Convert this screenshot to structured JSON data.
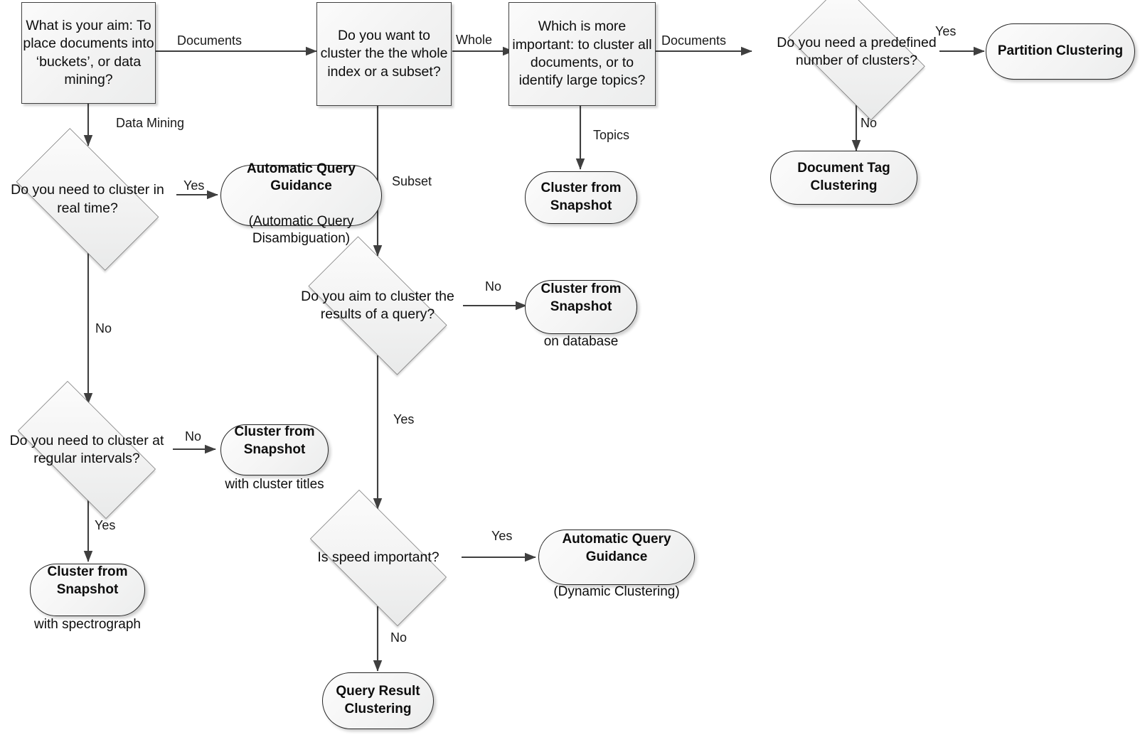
{
  "diagram": {
    "title": "Clustering decision flowchart",
    "colors": {
      "node_fill": "#f4f4f4",
      "rect_border": "#404040",
      "round_border": "#262626",
      "diamond_border": "#6e6e6e",
      "edge": "#3f3f3f",
      "text": "#0d0d0d"
    },
    "nodes": {
      "aim": "What is your aim: To place documents into ‘buckets’, or data mining?",
      "whole_or_subset": "Do you want to cluster the the whole index or a subset?",
      "more_important": "Which is more important: to cluster all documents, or to identify large topics?",
      "predefined_number": "Do you need a predefined number of clusters?",
      "partition_clustering": "Partition Clustering",
      "document_tag_clustering": "Document Tag Clustering",
      "cluster_snapshot_topics": "Cluster from Snapshot",
      "real_time": "Do you need to cluster in real time?",
      "aqg_disambiguation_bold": "Automatic Query Guidance",
      "aqg_disambiguation_sub": "(Automatic Query Disambiguation)",
      "results_of_query": "Do you aim to cluster the results of a query?",
      "cluster_snapshot_db_bold": "Cluster from Snapshot",
      "cluster_snapshot_db_sub": "on database",
      "regular_intervals": "Do you need to cluster at regular intervals?",
      "cluster_snapshot_titles_bold": "Cluster from Snapshot",
      "cluster_snapshot_titles_sub": "with cluster titles",
      "cluster_snapshot_spectro_bold": "Cluster from Snapshot",
      "cluster_snapshot_spectro_sub": "with spectrograph",
      "speed_important": "Is speed important?",
      "aqg_dynamic_bold": "Automatic Query Guidance",
      "aqg_dynamic_sub": "(Dynamic Clustering)",
      "query_result_clustering": "Query Result Clustering"
    },
    "edge_labels": {
      "documents_1": "Documents",
      "whole": "Whole",
      "documents_2": "Documents",
      "yes_partition": "Yes",
      "no_doctag": "No",
      "topics": "Topics",
      "data_mining": "Data Mining",
      "yes_aqg": "Yes",
      "subset": "Subset",
      "no_realtime": "No",
      "no_snapshot_db": "No",
      "yes_speed_branch": "Yes",
      "no_intervals": "No",
      "yes_intervals": "Yes",
      "yes_dynamic": "Yes",
      "no_queryresult": "No"
    }
  }
}
